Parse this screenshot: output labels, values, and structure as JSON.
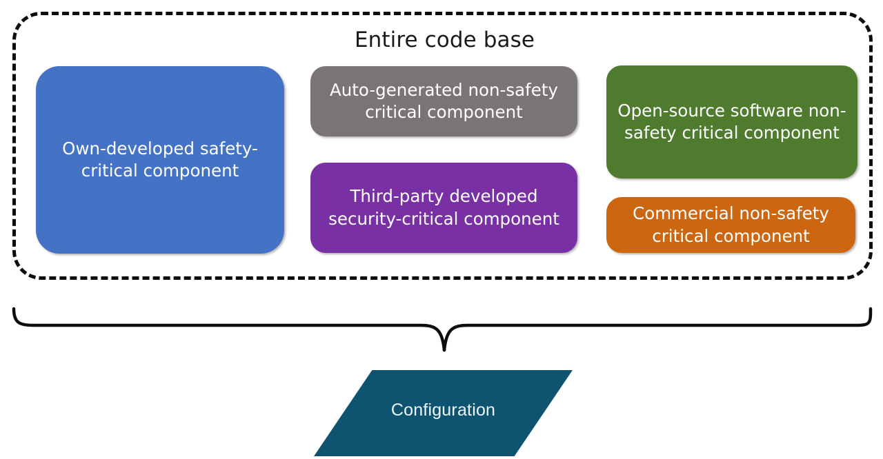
{
  "diagram": {
    "title": "Entire code base",
    "group": {
      "label": "Entire code base",
      "border_style": "dashed",
      "border_color": "#0d0d0d"
    },
    "components": [
      {
        "id": "own-developed-safety-critical",
        "label": "Own-developed safety-critical component",
        "color": "#4472C4"
      },
      {
        "id": "auto-generated-non-safety-critical",
        "label": "Auto-generated non-safety critical component",
        "color": "#7B7474"
      },
      {
        "id": "third-party-security-critical",
        "label": "Third-party developed security-critical component",
        "color": "#7A30A5"
      },
      {
        "id": "open-source-non-safety-critical",
        "label": "Open-source software non-safety critical component",
        "color": "#4F7B2E"
      },
      {
        "id": "commercial-non-safety-critical",
        "label": "Commercial non-safety critical component",
        "color": "#CC6611"
      }
    ],
    "connector": {
      "type": "curly-brace",
      "orientation": "down",
      "color": "#0d0d0d"
    },
    "output": {
      "label": "Configuration",
      "shape": "parallelogram",
      "color": "#0E5470",
      "text_color": "#eef6fa"
    }
  }
}
